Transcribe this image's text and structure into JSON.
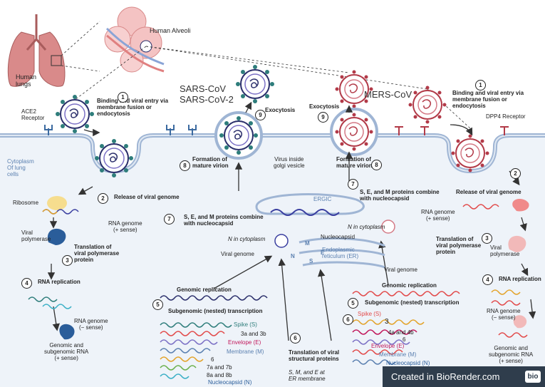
{
  "labels": {
    "human_alveoli": "Human Alveoli",
    "human_lungs": "Human\nlungs",
    "ace2_receptor": "ACE2\nReceptor",
    "sars": "SARS-CoV\nSARS-CoV-2",
    "mers": "MERS-CoV",
    "dpp4_receptor": "DPP4 Receptor",
    "binding_left": "Binding and viral entry via\nmembrane fusion or\nendocytosis",
    "binding_right": "Binding and viral entry via\nmembrane fusion or\nendocytosis",
    "exocytosis_left": "Exocytosis",
    "exocytosis_right": "Exocytosis",
    "cytoplasm": "Cytoplasm\nOf lung\ncells",
    "formation_left": "Formation of\nmature virion",
    "formation_right": "Formation of\nmature virion",
    "golgi": "Virus inside\ngolgi vesicle",
    "release_left": "Release of viral genome",
    "release_right": "Release of viral genome",
    "ribosome": "Ribosome",
    "rna_genome_plus_left": "RNA genome\n(+ sense)",
    "rna_genome_plus_right": "RNA genome\n(+ sense)",
    "viral_polymerase_left": "Viral\npolymerase",
    "viral_polymerase_right": "Viral\npolymerase",
    "translation_left": "Translation of\nviral polymerase\nprotein",
    "translation_right": "Translation of\nviral polymerase\nprotein",
    "rna_replication_left": "RNA replication",
    "rna_replication_right": "RNA replication",
    "rna_genome_minus_left": "RNA genome\n(− sense)",
    "rna_genome_minus_right": "RNA genome\n(− sense)",
    "genomic_sub_left": "Genomic and\nsubgenomic RNA\n(+ sense)",
    "genomic_sub_right": "Genomic and\nsubgenomic RNA\n(+ sense)",
    "sem_left": "S, E, and M proteins combine\nwith nucleocapsid",
    "sem_right": "S, E, and M proteins combine\nwith nucleocapsid",
    "ergic": "ERGIC",
    "n_cyto_left": "N in cytoplasm",
    "n_cyto_right": "N in cytoplasm",
    "nucleocapsid": "Nucleocapsid",
    "er": "Endoplasmic\nreticulum (ER)",
    "viral_genome_left": "Viral genome",
    "viral_genome_right": "Viral genome",
    "translation_structural": "Translation of viral\nstructural proteins",
    "sem_er": "S, M, and E at\nER membrane",
    "m": "M",
    "e": "E",
    "s": "S",
    "n": "N"
  },
  "yellow_box": {
    "genomic_replication": "Genomic replication",
    "subgenomic": "Subgenomic (nested) transcription",
    "spike": "Spike (S)",
    "three": "3a and 3b",
    "envelope": "Envelope (E)",
    "membrane": "Membrane (M)",
    "six": "6",
    "seven": "7a and 7b",
    "eight": "8a and 8b",
    "nucleocapsid": "Nucleocapsid (N)"
  },
  "lav_box": {
    "genomic_replication": "Genomic replication",
    "subgenomic": "Subgenomic (nested) transcription",
    "spike": "Spike (S)",
    "three": "3",
    "four": "4a and 4b",
    "envelope": "Envelope (E)",
    "six": "6",
    "membrane": "Membrane (M)",
    "nucleocapsid": "Nucleocapsid (N)"
  },
  "steps": {
    "s1a": "1",
    "s1b": "1",
    "s2a": "2",
    "s2b": "2",
    "s3a": "3",
    "s3b": "3",
    "s4a": "4",
    "s4b": "4",
    "s5a": "5",
    "s5b": "5",
    "s6a": "6",
    "s6b": "6",
    "s7a": "7",
    "s7b": "7",
    "s8a": "8",
    "s8b": "8",
    "s9a": "9",
    "s9b": "9"
  },
  "footer": {
    "text": "Created in BioRender.com",
    "logo": "bio"
  },
  "colors": {
    "sars_virus": "#2e7d7b",
    "mers_virus": "#b23a48",
    "membrane": "#c8d6e8",
    "cytoplasm": "#eef3f9",
    "yellow_box": "#f7f4cf",
    "lavender_box": "#d9d7ee"
  }
}
